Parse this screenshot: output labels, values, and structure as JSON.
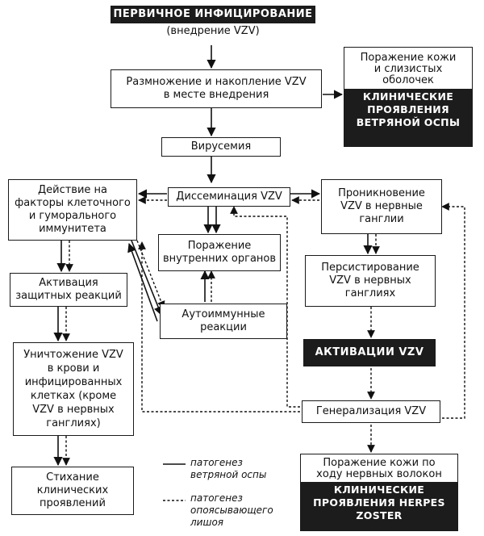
{
  "boxes": {
    "primary_infection": {
      "title": "ПЕРВИЧНОЕ ИНФИЦИРОВАНИЕ",
      "subtitle": "(внедрение VZV)"
    },
    "replication": [
      "Размножение и накопление VZV",
      "в месте внедрения"
    ],
    "skin_lesion": {
      "lines": [
        "Поражение кожи",
        "и слизистых",
        "оболочек"
      ],
      "dark": [
        "КЛИНИЧЕСКИЕ",
        "ПРОЯВЛЕНИЯ",
        "ВЕТРЯНОЙ ОСПЫ"
      ]
    },
    "viremia": "Вирусемия",
    "immunity": [
      "Действие на",
      "факторы клеточного",
      "и гуморального",
      "иммунитета"
    ],
    "dissemination": "Диссеминация VZV",
    "penetration": [
      "Проникновение",
      "VZV в нервные",
      "ганглии"
    ],
    "internal_organs": [
      "Поражение",
      "внутренних органов"
    ],
    "activation_defense": [
      "Активация",
      "защитных реакций"
    ],
    "autoimmune": [
      "Аутоиммунные",
      "реакции"
    ],
    "persistence": [
      "Персистирование",
      "VZV в нервных",
      "ганглиях"
    ],
    "activation": "АКТИВАЦИИ VZV",
    "destruction": [
      "Уничтожение VZV",
      "в крови и",
      "инфицированных",
      "клетках (кроме",
      "VZV в нервных",
      "ганглиях)"
    ],
    "generalization": "Генерализация VZV",
    "subsiding": [
      "Стихание",
      "клинических",
      "проявлений"
    ],
    "herpes_zoster": {
      "lines": [
        "Поражение кожи по",
        "ходу нервных волокон"
      ],
      "dark": [
        "КЛИНИЧЕСКИЕ",
        "ПРОЯВЛЕНИЯ HERPES",
        "ZOSTER"
      ]
    }
  },
  "legend": {
    "solid": [
      "патогенез",
      "ветряной оспы"
    ],
    "dashed": [
      "патогенез",
      "опоясывающего",
      "лишоя"
    ]
  }
}
